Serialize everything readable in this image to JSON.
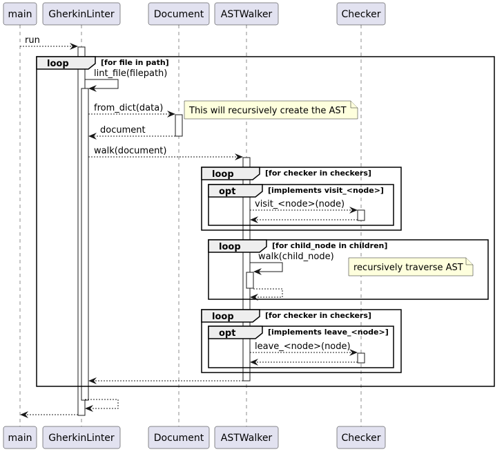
{
  "participants": [
    {
      "id": "main",
      "label": "main"
    },
    {
      "id": "gherkin",
      "label": "GherkinLinter"
    },
    {
      "id": "document",
      "label": "Document"
    },
    {
      "id": "astwalker",
      "label": "ASTWalker"
    },
    {
      "id": "checker",
      "label": "Checker"
    }
  ],
  "messages": {
    "run": "run",
    "lint_file": "lint_file(filepath)",
    "from_dict": "from_dict(data)",
    "document": "document",
    "walk_document": "walk(document)",
    "visit_node": "visit_<node>(node)",
    "walk_child": "walk(child_node)",
    "leave_node": "leave_<node>(node)"
  },
  "fragments": {
    "loop_files": {
      "keyword": "loop",
      "guard": "[for file in path]"
    },
    "loop_checkers_visit": {
      "keyword": "loop",
      "guard": "[for checker in checkers]"
    },
    "opt_visit": {
      "keyword": "opt",
      "guard": "[implements visit_<node>]"
    },
    "loop_children": {
      "keyword": "loop",
      "guard": "[for child_node in children]"
    },
    "loop_checkers_leave": {
      "keyword": "loop",
      "guard": "[for checker in checkers]"
    },
    "opt_leave": {
      "keyword": "opt",
      "guard": "[implements leave_<node>]"
    }
  },
  "notes": {
    "recursive_create": "This will recursively create the AST",
    "recursive_traverse": "recursively traverse AST"
  },
  "colors": {
    "participant_fill": "#E2E2F0",
    "note_fill": "#FEFFDD",
    "fragment_tab": "#EEEEEE",
    "line": "#181818"
  }
}
